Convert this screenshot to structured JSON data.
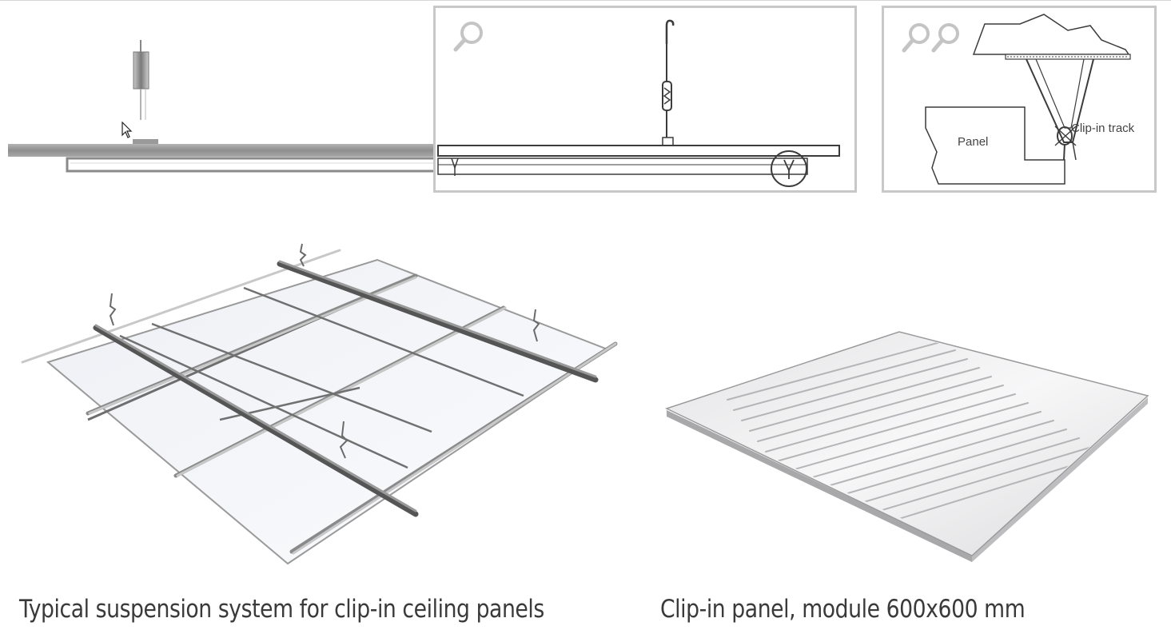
{
  "detail_panel_2": {
    "labels": {
      "panel": "Panel",
      "track": "Clip-in track"
    }
  },
  "captions": {
    "left": "Typical suspension system for clip-in ceiling panels",
    "right": "Clip-in panel, module 600x600 mm"
  },
  "colors": {
    "frame": "#c8c8c8",
    "rail": "#8a8a8a",
    "line": "#3c3c3c",
    "panel": "#f4f5f8"
  }
}
